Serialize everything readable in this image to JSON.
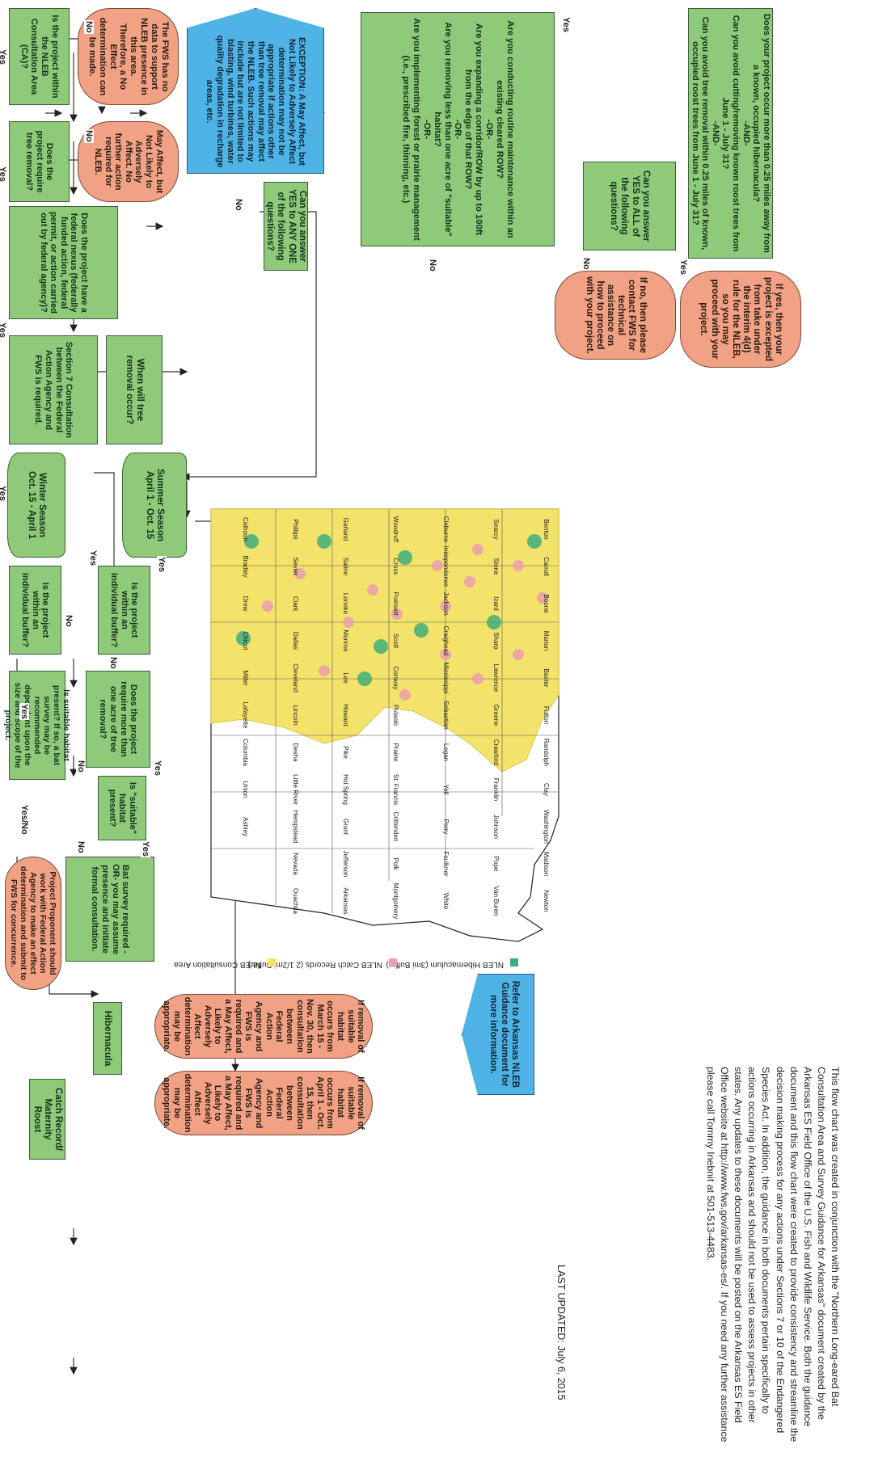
{
  "nodes": {
    "within_ca": "Is the project within the NLEB Consultation Area (CA)?",
    "no_effect": "The FWS has no data to support NLEB presence in this area. Therefore, a No Effect determination can be made.",
    "tree_removal": "Does the project require tree removal?",
    "nlaa_no_tree": "May Affect, but Not Likely to Adversely Affect. No further action required for NLEB.",
    "exception": "EXCEPTION: A May Affect, but Not Likely to Adversely Affect determination may not be appropriate if actions other than tree removal may affect the NLEB. Such actions may include but are not limited to blasting, wind turbines, water quality degradation in recharge areas, etc.",
    "federal_nexus": "Does the project have a federal nexus (federally funded action, federal permit, or action carried out by federal agency)?",
    "any_one": "Can you answer YES to ANY ONE of the following questions?",
    "routine": "Are you conducting routine maintenance within an existing cleared ROW?\n-OR-\nAre you expanding a corridor/ROW by up to 100ft from the edge of that ROW?\n-OR-\nAre you removing less than one acre of \"suitable\" habitat?\n-OR-\nAre you implementing forest or prairie management (i.e., prescribed fire, thinning, etc.)",
    "all_of": "Can you answer YES to ALL of the following questions?",
    "hibernacula_q": "Does your project occur more than 0.25 miles away from a known, occupied hibernacula?\n-AND-\nCan you avoid cutting/removing known roost trees from June 1 - July 31?\n-AND-\nCan you avoid tree removal within 0.25 miles of known, occupied roost trees from June 1 - July 31?",
    "contact_fws": "If no, then please contact FWS for technical assistance on how to proceed with your project.",
    "excepted": "If yes, then your project is excepted from take under the interim 4(d) rule for the NLEB, so you may proceed with your project.",
    "section7": "Section 7 Consultation between the Federal Action Agency and FWS is required.",
    "when_removal": "When will tree removal occur?",
    "summer": "Summer Season\nApril 1 - Oct. 15",
    "winter": "Winter Season\nOct. 15 - April 1",
    "summer_buffer": "Is the project within an individual buffer?",
    "winter_buffer": "Is the project within an individual buffer?",
    "more_acre": "Does the project require more than one acre of tree removal?",
    "suitable": "Is \"suitable\" habitat present?",
    "bat_survey": "Bat survey required -OR- you may assume presence and initiate formal consultation.",
    "winter_suitable": "Is suitable habitat present? If so, a bat survey may be recommended dependent upon the size and scope of the project.",
    "proponent": "Project Proponent should work with Federal Action Agency to make an effect determination and submit to FWS for concurrence.",
    "hibernacula": "Hibernacula",
    "catch_record": "Catch Record/ Maternity Roost",
    "hib_removal": "If removal of suitable habitat occurs from March 15 - Nov. 30, then consultation between Federal Action Agency and FWS is required and a May Affect, Likely to Adversely Affect determination may be appropriate.",
    "catch_removal": "If removal of suitable habitat occurs from April 1 - Oct. 15, then consultation between Federal Action Agency and FWS is required and a May Affect, Likely to Adversely Affect determination may be appropriate.",
    "refer": "Refer to Arkansas NLEB Guidance document for more information."
  },
  "edge_labels": {
    "yes": "Yes",
    "no": "No",
    "yes_no": "Yes/No"
  },
  "map": {
    "counties": [
      "Benton",
      "Carroll",
      "Boone",
      "Marion",
      "Baxter",
      "Fulton",
      "Randolph",
      "Clay",
      "Washington",
      "Madison",
      "Newton",
      "Searcy",
      "Stone",
      "Izard",
      "Sharp",
      "Lawrence",
      "Greene",
      "Crawford",
      "Franklin",
      "Johnson",
      "Pope",
      "Van Buren",
      "Cleburne",
      "Independence",
      "Jackson",
      "Craighead",
      "Mississippi",
      "Sebastian",
      "Logan",
      "Yell",
      "Perry",
      "Faulkner",
      "White",
      "Woodruff",
      "Cross",
      "Poinsett",
      "Scott",
      "Conway",
      "Pulaski",
      "Prairie",
      "St. Francis",
      "Crittenden",
      "Polk",
      "Montgomery",
      "Garland",
      "Saline",
      "Lonoke",
      "Monroe",
      "Lee",
      "Howard",
      "Pike",
      "Hot Spring",
      "Grant",
      "Jefferson",
      "Arkansas",
      "Phillips",
      "Sevier",
      "Clark",
      "Dallas",
      "Cleveland",
      "Lincoln",
      "Desha",
      "Little River",
      "Hempstead",
      "Nevada",
      "Ouachita",
      "Calhoun",
      "Bradley",
      "Drew",
      "Chicot",
      "Miller",
      "Lafayette",
      "Columbia",
      "Union",
      "Ashley"
    ],
    "legend": [
      {
        "label": "NLEB Hibernaculum (3mi Buffer)",
        "color": "#3fae7c"
      },
      {
        "label": "NLEB Catch Records (2 1/2mi Buffer)",
        "color": "#ea9fae"
      },
      {
        "label": "NLEB Consultation Area",
        "color": "#f4e36b"
      }
    ]
  },
  "note": "This flow chart was created in conjunction with the \"Northern Long-eared Bat Consultation Area and Survey Guidance for Arkansas\" document created by the Arkansas ES Field Office of the U.S. Fish and Wildlife Service. Both the guidance document and this flow chart were created to provide consistency and streamline the decision making process for any actions under Sections 7 or 10 of the Endangered Species Act. In addition, the guidance in both documents pertain specifically to actions occurring in Arkansas and should not be used to assess projects in other states. Any updates to these documents will be posted on the Arkansas ES Field Office website at http://www.fws.gov/arkansas-es/. If you need any further assistance please call Tommy Inebnit at 501-513-4483.",
  "last_updated": "LAST UPDATED: July 6, 2015",
  "colors": {
    "decision": "#8fc97a",
    "outcome": "#f1a184",
    "exception": "#4fb3e6",
    "consultation_area": "#f4e36b",
    "catch_records": "#ea9fae",
    "hibernaculum": "#3fae7c"
  }
}
